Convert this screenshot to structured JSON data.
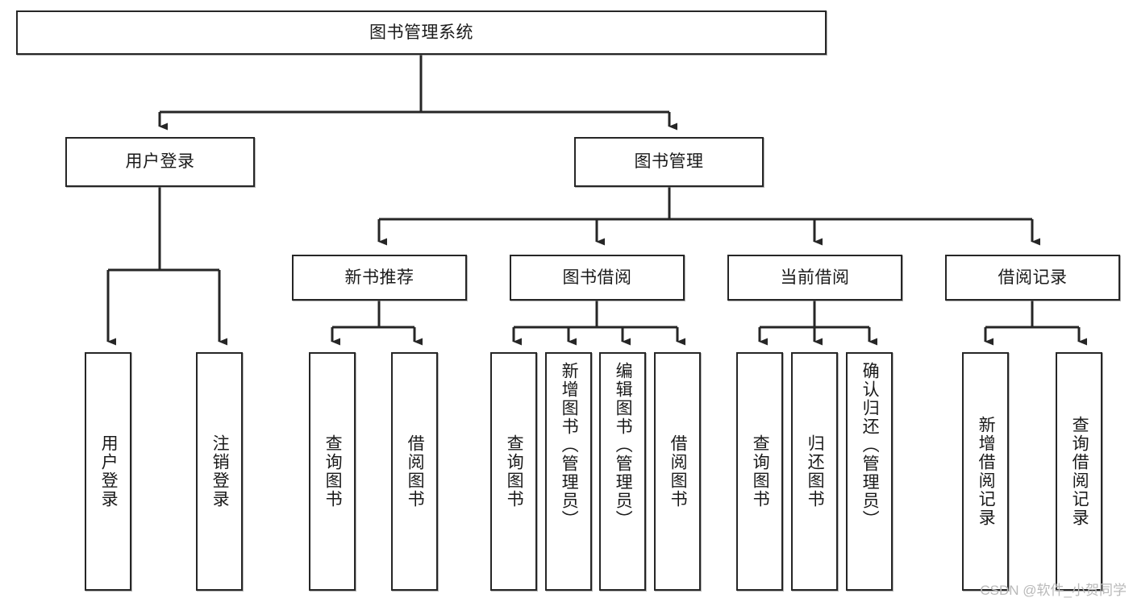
{
  "diagram": {
    "type": "tree-hierarchy",
    "title": "图书管理系统",
    "watermark": "CSDN @软件_小贺同学",
    "colors": {
      "box_border": "#262626",
      "box_fill": "#ffffff",
      "connector": "#262626",
      "text": "#1a1a1a",
      "watermark": "#b9b9b9"
    },
    "nodes": {
      "root": {
        "label": "图书管理系统",
        "level": 1
      },
      "user_login": {
        "label": "用户登录",
        "level": 2
      },
      "book_manage": {
        "label": "图书管理",
        "level": 2
      },
      "new_book_rec": {
        "label": "新书推荐",
        "level": 3
      },
      "book_borrow": {
        "label": "图书借阅",
        "level": 3
      },
      "current_borrow": {
        "label": "当前借阅",
        "level": 3
      },
      "borrow_record": {
        "label": "借阅记录",
        "level": 3
      },
      "leaf_user_login": {
        "label": "用户登录",
        "level": 4
      },
      "leaf_logout": {
        "label": "注销登录",
        "level": 4
      },
      "leaf_query_book_a": {
        "label": "查询图书",
        "level": 4
      },
      "leaf_borrow_book_a": {
        "label": "借阅图书",
        "level": 4
      },
      "leaf_query_book_b": {
        "label": "查询图书",
        "level": 4
      },
      "leaf_add_book": {
        "label": "新增图书（管理员）",
        "level": 4
      },
      "leaf_edit_book": {
        "label": "编辑图书（管理员）",
        "level": 4
      },
      "leaf_borrow_book_b": {
        "label": "借阅图书",
        "level": 4
      },
      "leaf_query_book_c": {
        "label": "查询图书",
        "level": 4
      },
      "leaf_return_book": {
        "label": "归还图书",
        "level": 4
      },
      "leaf_confirm_return": {
        "label": "确认归还（管理员）",
        "level": 4
      },
      "leaf_add_record": {
        "label": "新增借阅记录",
        "level": 4
      },
      "leaf_query_record": {
        "label": "查询借阅记录",
        "level": 4
      }
    },
    "edges": [
      {
        "from": "root",
        "to": "user_login"
      },
      {
        "from": "root",
        "to": "book_manage"
      },
      {
        "from": "user_login",
        "to": "leaf_user_login"
      },
      {
        "from": "user_login",
        "to": "leaf_logout"
      },
      {
        "from": "book_manage",
        "to": "new_book_rec"
      },
      {
        "from": "book_manage",
        "to": "book_borrow"
      },
      {
        "from": "book_manage",
        "to": "current_borrow"
      },
      {
        "from": "book_manage",
        "to": "borrow_record"
      },
      {
        "from": "new_book_rec",
        "to": "leaf_query_book_a"
      },
      {
        "from": "new_book_rec",
        "to": "leaf_borrow_book_a"
      },
      {
        "from": "book_borrow",
        "to": "leaf_query_book_b"
      },
      {
        "from": "book_borrow",
        "to": "leaf_add_book"
      },
      {
        "from": "book_borrow",
        "to": "leaf_edit_book"
      },
      {
        "from": "book_borrow",
        "to": "leaf_borrow_book_b"
      },
      {
        "from": "current_borrow",
        "to": "leaf_query_book_c"
      },
      {
        "from": "current_borrow",
        "to": "leaf_return_book"
      },
      {
        "from": "current_borrow",
        "to": "leaf_confirm_return"
      },
      {
        "from": "borrow_record",
        "to": "leaf_add_record"
      },
      {
        "from": "borrow_record",
        "to": "leaf_query_record"
      }
    ]
  }
}
